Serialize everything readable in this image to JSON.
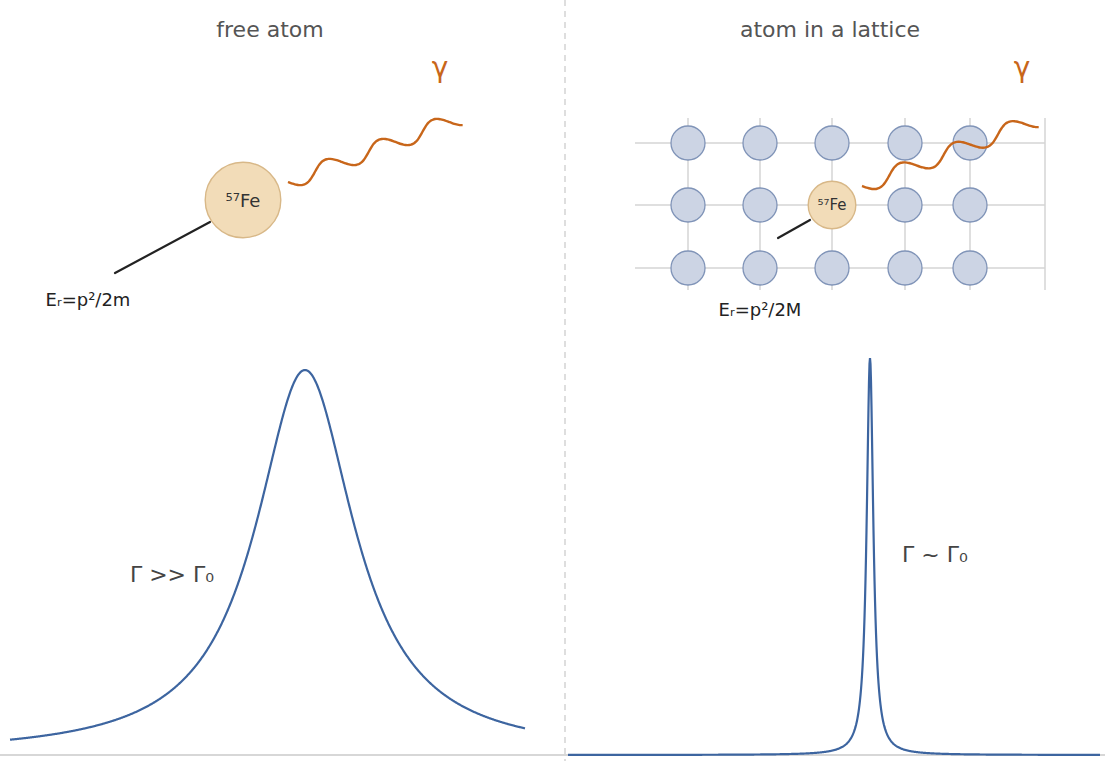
{
  "diagram": {
    "nodes": [
      {
        "text": [
          "⁵⁷Fe"
        ]
      },
      {
        "text": [
          "⁵⁷Fe"
        ]
      }
    ],
    "labels": [
      "free atom",
      "atom in a lattice",
      "γ",
      "Eᵣ=p²/2m",
      "γ",
      "Eᵣ=p²/2M",
      "Γ >> Γ₀",
      "Γ ~ Γ₀"
    ]
  }
}
